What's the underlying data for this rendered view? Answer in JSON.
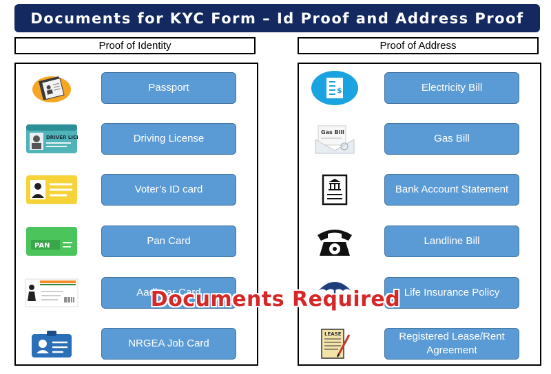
{
  "title": "Documents for KYC Form – Id Proof and Address Proof",
  "identity": {
    "header": "Proof of Identity",
    "items": [
      {
        "label": "Passport",
        "icon": "passport-icon"
      },
      {
        "label": "Driving License",
        "icon": "driving-license-icon",
        "icon_text": "DRIVER LICENSE"
      },
      {
        "label": "Voter’s ID card",
        "icon": "voter-id-icon"
      },
      {
        "label": "Pan Card",
        "icon": "pan-card-icon",
        "icon_text": "PAN"
      },
      {
        "label": "Aadhaar Card",
        "icon": "aadhaar-card-icon"
      },
      {
        "label": "NRGEA Job Card",
        "icon": "job-card-icon"
      }
    ]
  },
  "address": {
    "header": "Proof of Address",
    "items": [
      {
        "label": "Electricity Bill",
        "icon": "electricity-bill-icon",
        "icon_text": "$"
      },
      {
        "label": "Gas Bill",
        "icon": "gas-bill-icon",
        "icon_text": "Gas Bill"
      },
      {
        "label": "Bank Account Statement",
        "icon": "bank-statement-icon"
      },
      {
        "label": "Landline Bill",
        "icon": "telephone-icon"
      },
      {
        "label": "Life Insurance Policy",
        "icon": "insurance-umbrella-icon"
      },
      {
        "label": "Registered Lease/Rent Agreement",
        "icon": "lease-document-icon",
        "icon_text": "LEASE"
      }
    ]
  },
  "watermark": "Documents Required",
  "colors": {
    "banner": "#14295f",
    "button": "#5b9bd5",
    "watermark": "#d62828"
  }
}
